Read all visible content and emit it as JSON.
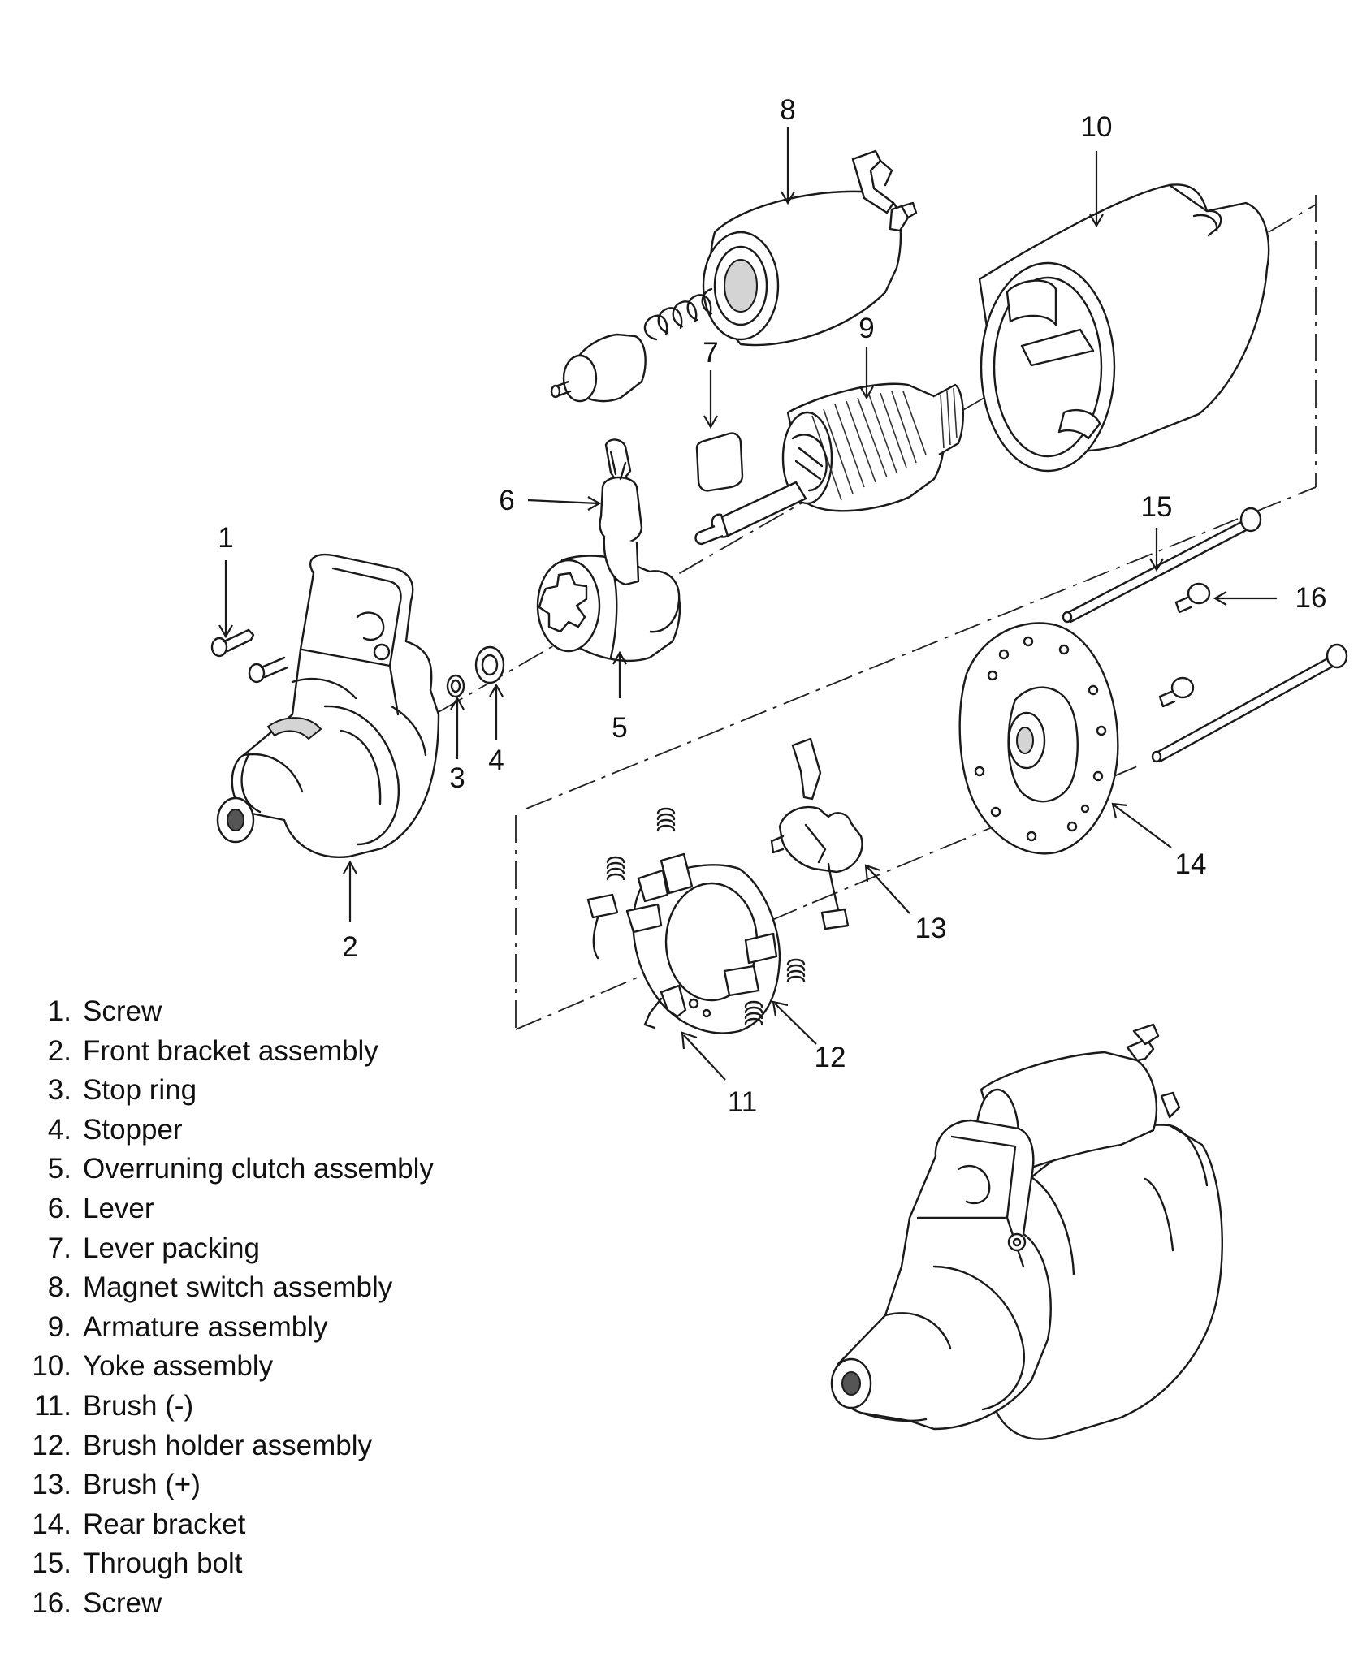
{
  "callouts": [
    {
      "id": "1",
      "label": "1"
    },
    {
      "id": "2",
      "label": "2"
    },
    {
      "id": "3",
      "label": "3"
    },
    {
      "id": "4",
      "label": "4"
    },
    {
      "id": "5",
      "label": "5"
    },
    {
      "id": "6",
      "label": "6"
    },
    {
      "id": "7",
      "label": "7"
    },
    {
      "id": "8",
      "label": "8"
    },
    {
      "id": "9",
      "label": "9"
    },
    {
      "id": "10",
      "label": "10"
    },
    {
      "id": "11",
      "label": "11"
    },
    {
      "id": "12",
      "label": "12"
    },
    {
      "id": "13",
      "label": "13"
    },
    {
      "id": "14",
      "label": "14"
    },
    {
      "id": "15",
      "label": "15"
    },
    {
      "id": "16",
      "label": "16"
    }
  ],
  "legend": [
    {
      "num": "1.",
      "name": "Screw"
    },
    {
      "num": "2.",
      "name": "Front bracket assembly"
    },
    {
      "num": "3.",
      "name": "Stop ring"
    },
    {
      "num": "4.",
      "name": "Stopper"
    },
    {
      "num": "5.",
      "name": "Overruning clutch assembly"
    },
    {
      "num": "6.",
      "name": "Lever"
    },
    {
      "num": "7.",
      "name": "Lever packing"
    },
    {
      "num": "8.",
      "name": "Magnet switch assembly"
    },
    {
      "num": "9.",
      "name": "Armature assembly"
    },
    {
      "num": "10.",
      "name": "Yoke assembly"
    },
    {
      "num": "11.",
      "name": "Brush (-)"
    },
    {
      "num": "12.",
      "name": "Brush holder assembly"
    },
    {
      "num": "13.",
      "name": "Brush (+)"
    },
    {
      "num": "14.",
      "name": "Rear bracket"
    },
    {
      "num": "15.",
      "name": "Through bolt"
    },
    {
      "num": "16.",
      "name": "Screw"
    }
  ]
}
